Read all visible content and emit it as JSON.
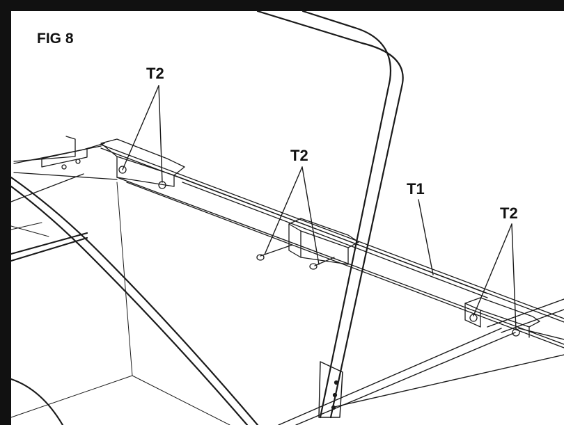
{
  "figure": {
    "title": "FIG 8",
    "callouts": {
      "t2_upper_left": "T2",
      "t2_center": "T2",
      "t1_rail": "T1",
      "t2_right": "T2"
    }
  },
  "colors": {
    "frame": "#111111",
    "background": "#ffffff",
    "line": "#1a1a1a"
  }
}
